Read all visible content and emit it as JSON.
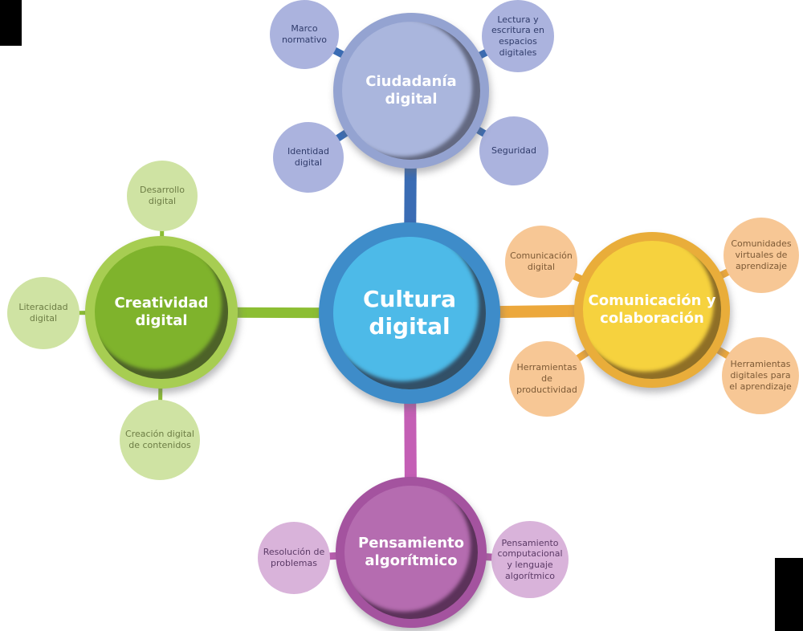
{
  "center": {
    "label": "Cultura digital"
  },
  "branches": [
    {
      "label": "Ciudadanía digital",
      "satellites": [
        {
          "label": "Marco normativo"
        },
        {
          "label": "Lectura y escritura en espacios digitales"
        },
        {
          "label": "Identidad digital"
        },
        {
          "label": "Seguridad"
        }
      ]
    },
    {
      "label": "Comunicación y colaboración",
      "satellites": [
        {
          "label": "Comunicación digital"
        },
        {
          "label": "Comunidades virtuales de aprendizaje"
        },
        {
          "label": "Herramientas de productividad"
        },
        {
          "label": "Herramientas digitales para el aprendizaje"
        }
      ]
    },
    {
      "label": "Pensamiento algorítmico",
      "satellites": [
        {
          "label": "Resolución de problemas"
        },
        {
          "label": "Pensamiento computacional y lenguaje algorítmico"
        }
      ]
    },
    {
      "label": "Creatividad digital",
      "satellites": [
        {
          "label": "Desarrollo digital"
        },
        {
          "label": "Literacidad digital"
        },
        {
          "label": "Creación digital de contenidos"
        }
      ]
    }
  ],
  "colors": {
    "background": "#ffffff",
    "center_ring": "#3e8cc9",
    "center_fill": "#4dbae8",
    "ciudadania_ring": "#94a3d1",
    "ciudadania_fill": "#aab6dd",
    "ciudadania_satellite": "#abb3de",
    "ciudadania_connector": "#3a6cb4",
    "comunicacion_ring": "#e9ad3a",
    "comunicacion_fill": "#f6d23e",
    "comunicacion_satellite": "#f7c795",
    "comunicacion_connector": "#eca83c",
    "pensamiento_ring": "#a4539f",
    "pensamiento_fill": "#b56cb0",
    "pensamiento_satellite": "#d9b3da",
    "pensamiento_connector": "#c45fb5",
    "creatividad_ring": "#a7cd52",
    "creatividad_fill": "#7fb32c",
    "creatividad_satellite": "#cfe3a3",
    "creatividad_connector": "#8cbe33",
    "label_text": "#ffffff"
  }
}
